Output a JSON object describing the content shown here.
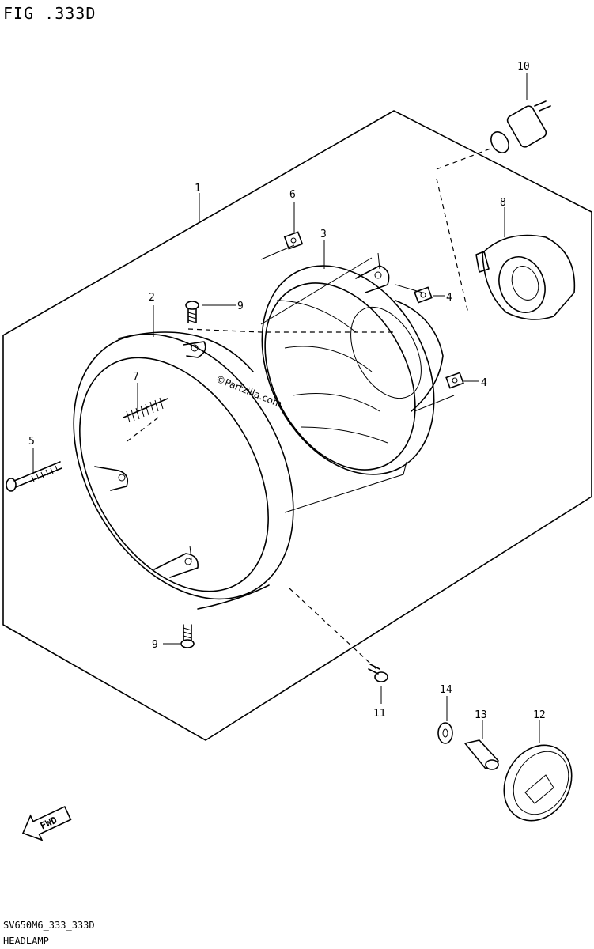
{
  "figure_title": "FIG .333D",
  "footer": {
    "code": "SV650M6_333_333D",
    "name": "HEADLAMP"
  },
  "watermark": "©Partzilla.com",
  "fwd_label": "FWD",
  "callouts": {
    "c1": "1",
    "c2": "2",
    "c3": "3",
    "c4a": "4",
    "c4b": "4",
    "c5": "5",
    "c6": "6",
    "c7": "7",
    "c8": "8",
    "c9a": "9",
    "c9b": "9",
    "c10": "10",
    "c11": "11",
    "c12": "12",
    "c13": "13",
    "c14": "14"
  }
}
